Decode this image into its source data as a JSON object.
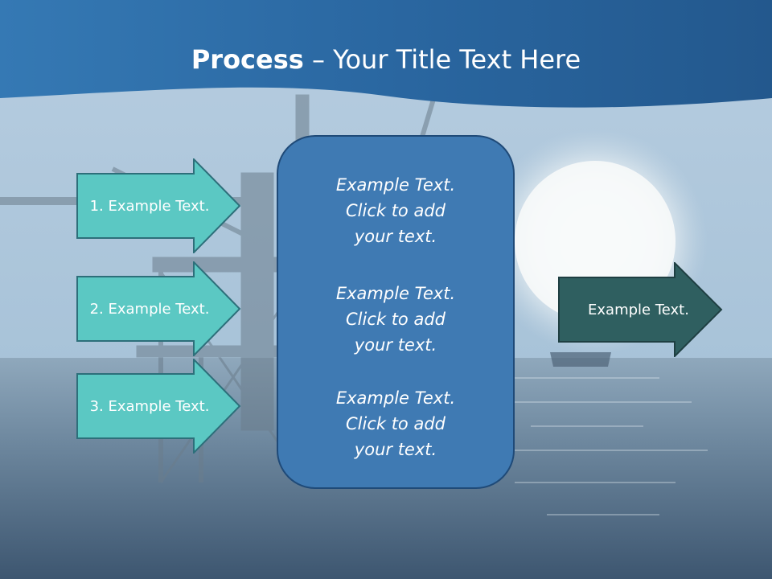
{
  "title": {
    "bold": "Process",
    "rest": " – Your Title Text Here"
  },
  "inputs": [
    {
      "label": "1. Example Text."
    },
    {
      "label": "2. Example Text."
    },
    {
      "label": "3. Example Text."
    }
  ],
  "center": {
    "blocks": [
      {
        "line1": "Example Text.",
        "line2": "Click  to add",
        "line3": "your text."
      },
      {
        "line1": "Example Text.",
        "line2": "Click  to add",
        "line3": "your text."
      },
      {
        "line1": "Example Text.",
        "line2": "Click  to add",
        "line3": "your text."
      }
    ]
  },
  "output": {
    "label": "Example Text."
  },
  "colors": {
    "banner": "#2d6aa3",
    "input_arrow_fill": "#5bc8c3",
    "input_arrow_stroke": "#2d6f7a",
    "center_fill": "#3f7ab3",
    "output_arrow_fill": "#2f5f60"
  }
}
